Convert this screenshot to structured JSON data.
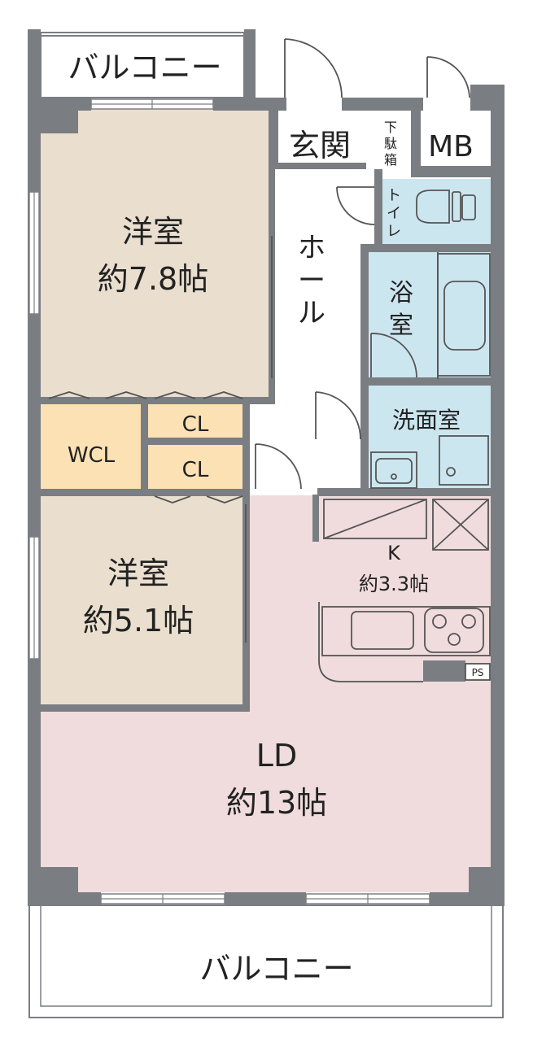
{
  "colors": {
    "wall": "#7a7e82",
    "western_room": "#eadfcf",
    "closet": "#fbe1b4",
    "ldk": "#f0dcdc",
    "water": "#cce6f0",
    "hall": "#ffffff",
    "fixture_stroke": "#555555"
  },
  "rooms": {
    "balcony_top": "バルコニー",
    "balcony_bottom": "バルコニー",
    "western1_name": "洋室",
    "western1_size": "約7.8帖",
    "western2_name": "洋室",
    "western2_size": "約5.1帖",
    "wcl": "WCL",
    "cl1": "CL",
    "cl2": "CL",
    "entrance": "玄関",
    "shoe_box": [
      "下",
      "駄",
      "箱"
    ],
    "mb": "MB",
    "hall": [
      "ホ",
      "ー",
      "ル"
    ],
    "toilet": [
      "ト",
      "イ",
      "レ"
    ],
    "bath": [
      "浴",
      "室"
    ],
    "washroom": "洗面室",
    "kitchen_name": "K",
    "kitchen_size": "約3.3帖",
    "ld_name": "LD",
    "ld_size": "約13帖",
    "ps": "PS"
  },
  "icons": {
    "doors": "door-swing-icon",
    "toilet": "toilet-icon",
    "bathtub": "bathtub-icon",
    "washbasin": "washbasin-icon",
    "washer": "washing-machine-icon",
    "sink": "kitchen-sink-icon",
    "stove": "stove-icon"
  }
}
